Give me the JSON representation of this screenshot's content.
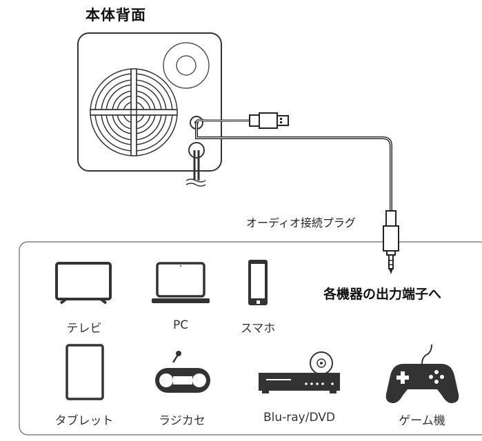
{
  "title": "本体背面",
  "plug_label": "オーディオ接続プラグ",
  "destination_label": "各機器の出力端子へ",
  "devices": [
    {
      "label": "テレビ",
      "icon": "tv-icon"
    },
    {
      "label": "PC",
      "icon": "laptop-icon"
    },
    {
      "label": "スマホ",
      "icon": "smartphone-icon"
    },
    {
      "label": "タブレット",
      "icon": "tablet-icon"
    },
    {
      "label": "ラジカセ",
      "icon": "radio-cassette-icon"
    },
    {
      "label": "Blu-ray/DVD",
      "icon": "bluray-player-icon"
    },
    {
      "label": "ゲーム機",
      "icon": "game-controller-icon"
    }
  ]
}
